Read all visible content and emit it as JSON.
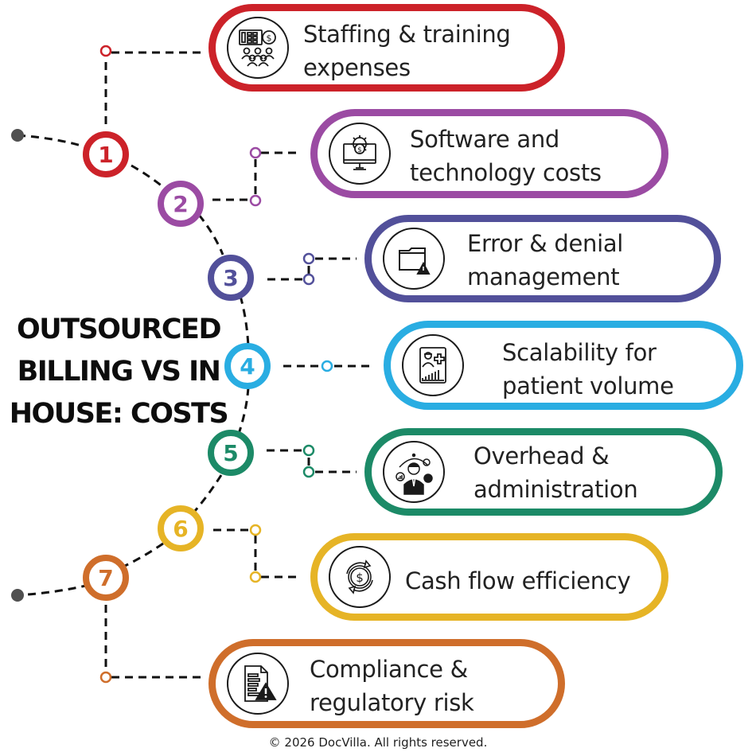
{
  "title": "OUTSOURCED\nBILLING VS IN\nHOUSE: COSTS",
  "footer": "© 2026 DocVilla. All rights reserved.",
  "colors": {
    "step1": "#cc2229",
    "step2": "#9b4ba3",
    "step3": "#52509a",
    "step4": "#29ade2",
    "step5": "#1c8a67",
    "step6": "#e6b426",
    "step7": "#cf6e2b",
    "path_endpoint": "#505050",
    "connector": "#111111"
  },
  "steps": [
    {
      "number": "1",
      "label": "Staffing & training\nexpenses",
      "icon": "staff-calculator-icon"
    },
    {
      "number": "2",
      "label": "Software and\ntechnology costs",
      "icon": "computer-gear-dollar-icon"
    },
    {
      "number": "3",
      "label": "Error & denial\nmanagement",
      "icon": "folder-warning-icon"
    },
    {
      "number": "4",
      "label": "Scalability for\npatient volume",
      "icon": "patient-chart-icon"
    },
    {
      "number": "5",
      "label": "Overhead &\nadministration",
      "icon": "administrator-icon"
    },
    {
      "number": "6",
      "label": "Cash flow efficiency",
      "icon": "cash-cycle-icon"
    },
    {
      "number": "7",
      "label": "Compliance &\nregulatory risk",
      "icon": "document-warning-icon"
    }
  ]
}
